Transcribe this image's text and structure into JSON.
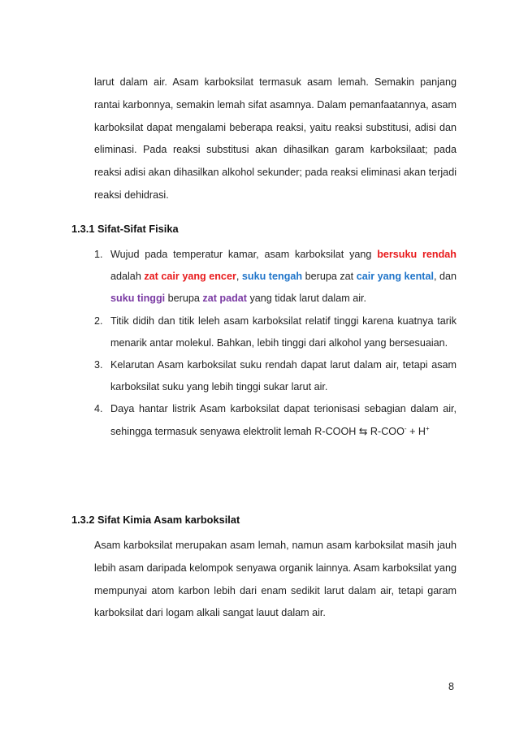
{
  "paragraph_1": "larut dalam air. Asam karboksilat termasuk asam lemah. Semakin panjang rantai karbonnya, semakin lemah sifat asamnya. Dalam pemanfaatannya, asam karboksilat dapat mengalami beberapa reaksi, yaitu reaksi substitusi, adisi dan eliminasi. Pada reaksi substitusi akan dihasilkan garam karboksilaat; pada reaksi adisi akan dihasilkan alkohol sekunder; pada reaksi eliminasi akan terjadi reaksi dehidrasi.",
  "section_1": {
    "heading": "1.3.1 Sifat-Sifat Fisika",
    "items": [
      {
        "number": "1.",
        "t1": "Wujud pada temperatur kamar, asam karboksilat yang ",
        "r1": "bersuku rendah",
        "t2": " adalah ",
        "r2": "zat cair yang encer",
        "t3": ", ",
        "b1": "suku tengah",
        "t4": " berupa zat ",
        "b2": "cair yang kental",
        "t5": ", dan ",
        "p1": "suku tinggi",
        "t6": " berupa ",
        "p2": "zat padat",
        "t7": " yang tidak larut dalam air."
      },
      {
        "number": "2.",
        "text": "Titik didih dan titik leleh asam karboksilat relatif tinggi karena kuatnya tarik menarik antar molekul. Bahkan, lebih tinggi dari alkohol yang bersesuaian."
      },
      {
        "number": "3.",
        "text": "Kelarutan Asam karboksilat suku rendah dapat larut dalam air, tetapi asam karboksilat suku yang lebih tinggi sukar larut air."
      },
      {
        "number": "4.",
        "text": "Daya hantar listrik Asam karboksilat dapat terionisasi sebagian dalam air, sehingga termasuk senyawa elektrolit lemah R-COOH ⇆ R-COO",
        "sup1": "-",
        "text_b": " + H",
        "sup2": "+"
      }
    ]
  },
  "section_2": {
    "heading": "1.3.2 Sifat Kimia Asam karboksilat",
    "paragraph": "Asam karboksilat merupakan asam lemah, namun asam karboksilat masih jauh lebih asam daripada kelompok senyawa organik lainnya. Asam karboksilat yang mempunyai atom karbon lebih dari enam sedikit larut dalam air, tetapi garam karboksilat dari logam alkali sangat lauut dalam air."
  },
  "page_number": "8",
  "colors": {
    "red": "#e8191b",
    "blue": "#1f74c9",
    "purple": "#7a3aa3"
  }
}
